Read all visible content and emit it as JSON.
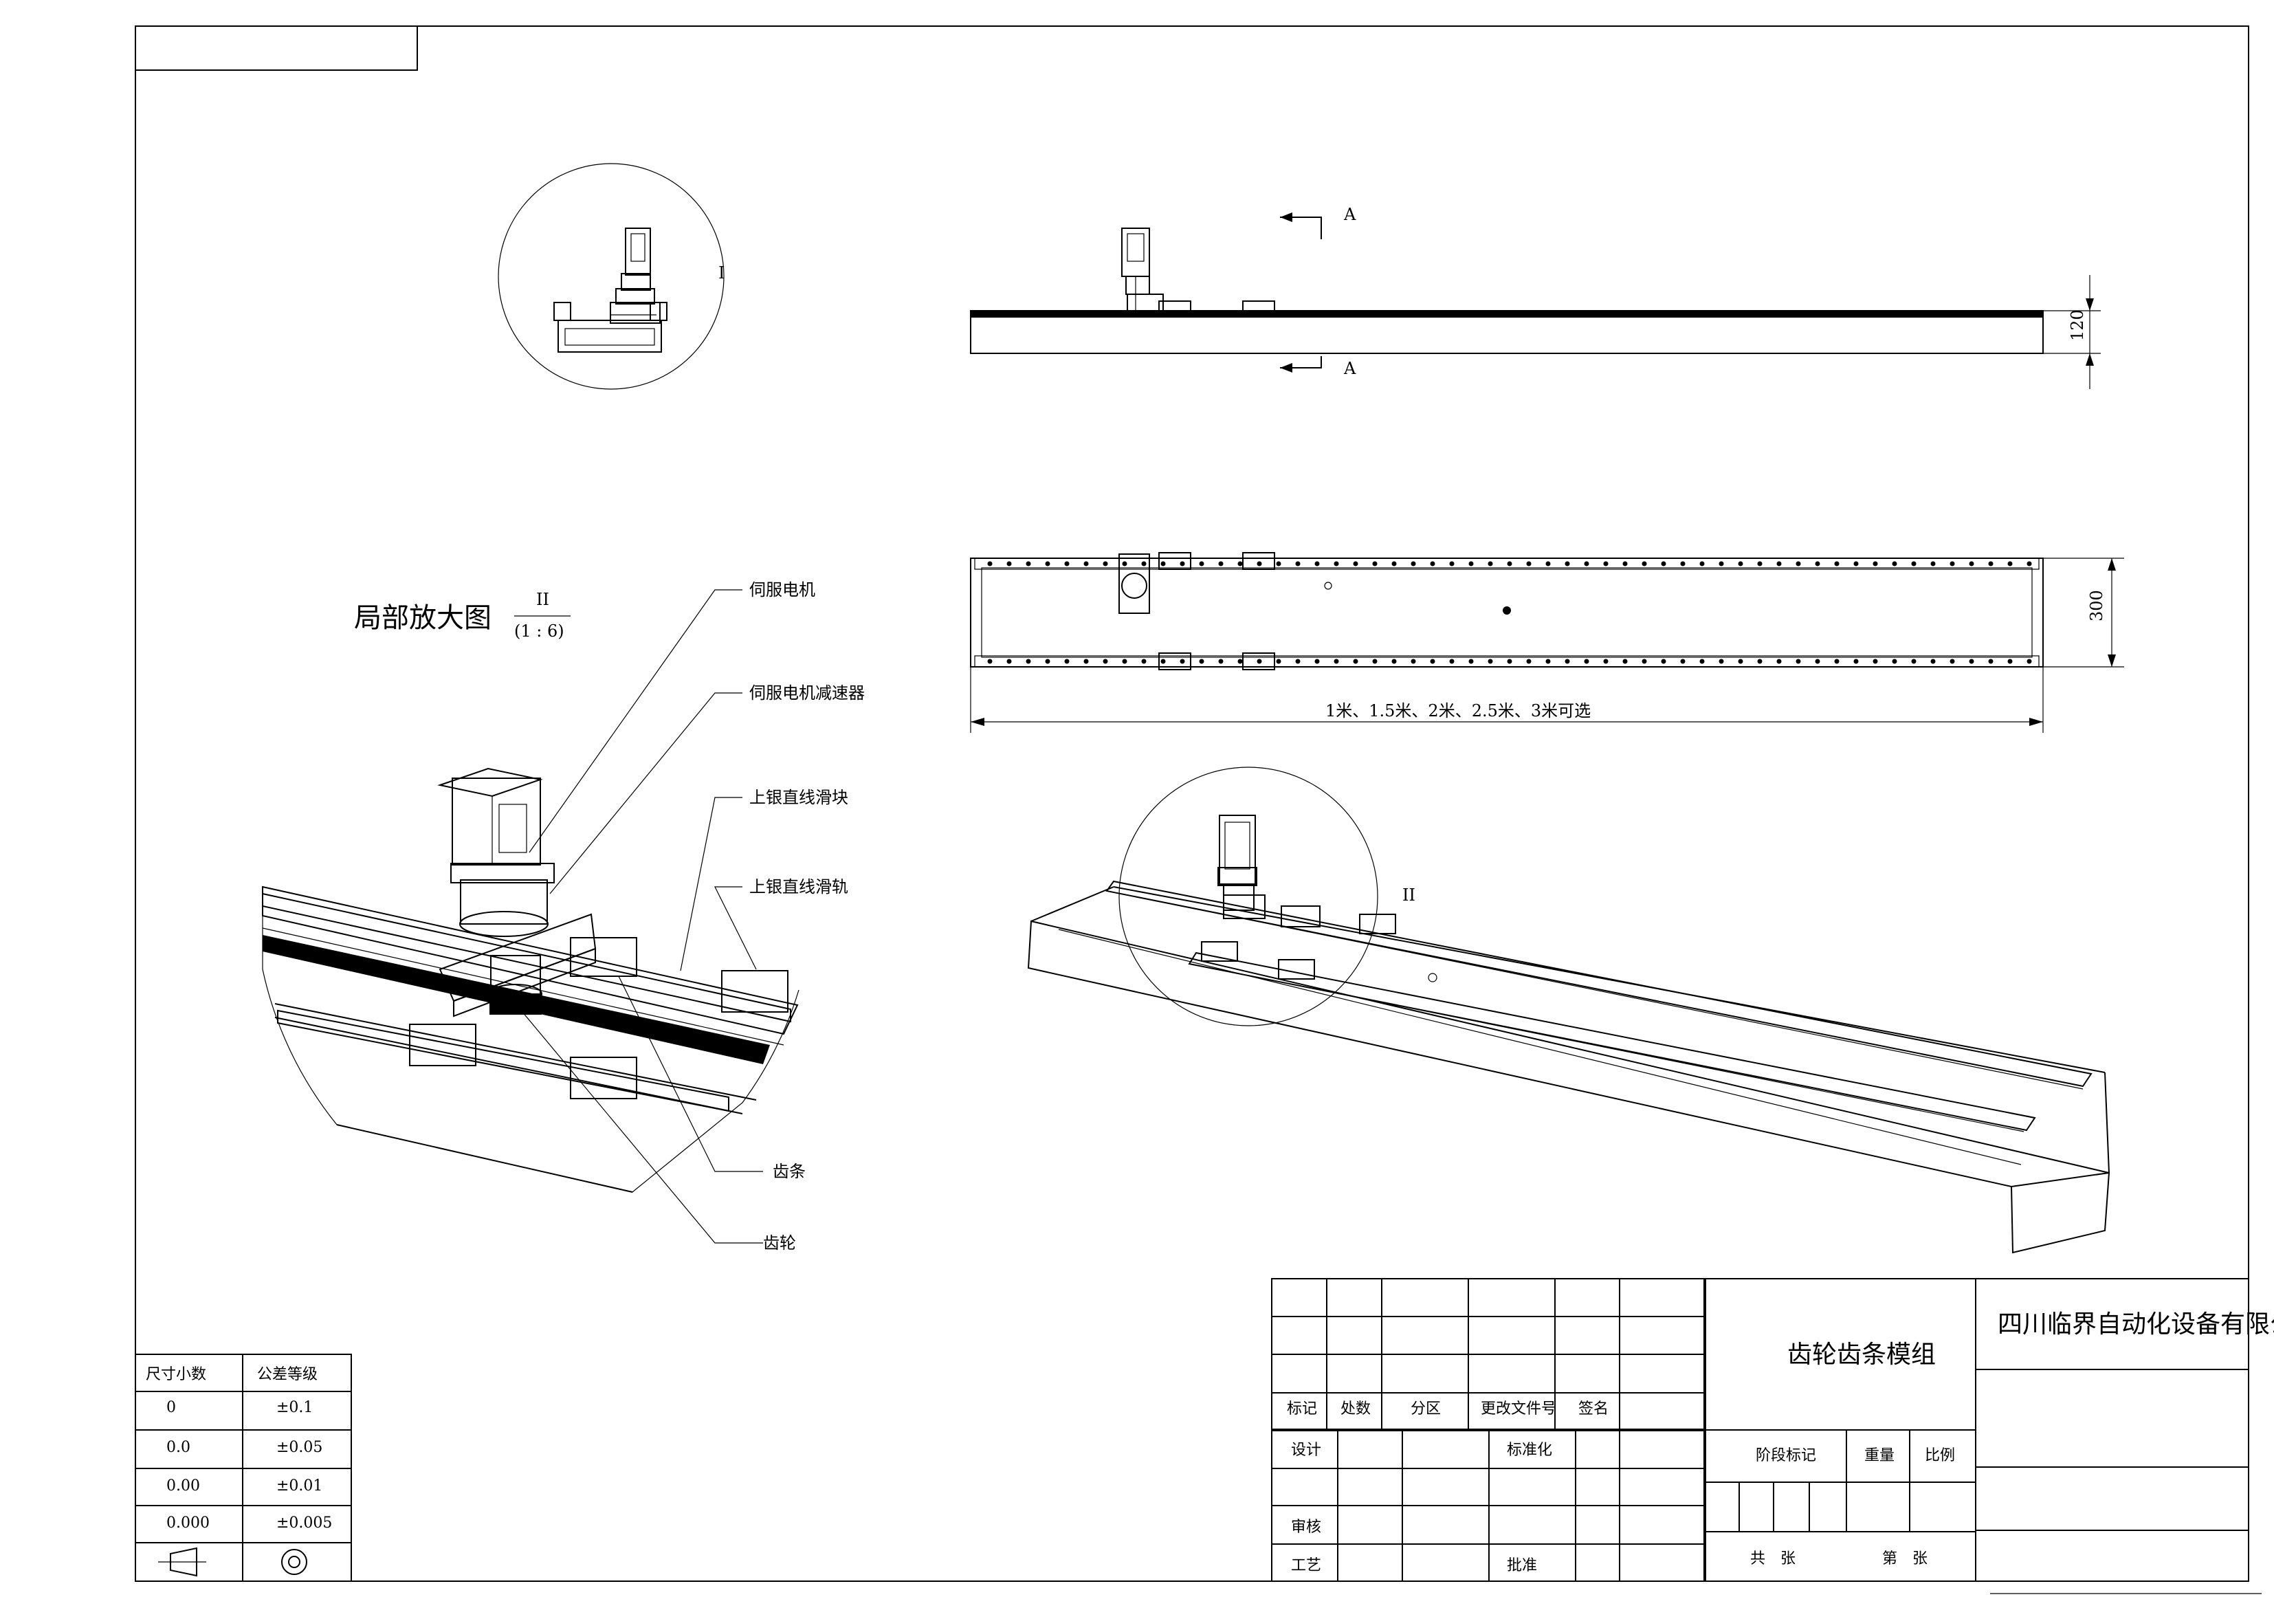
{
  "detail_view": {
    "title": "局部放大图",
    "label": "II",
    "scale": "(1 : 6)"
  },
  "callouts": {
    "servo_motor": "伺服电机",
    "reducer": "伺服电机减速器",
    "slider": "上银直线滑块",
    "rail": "上银直线滑轨",
    "rack": "齿条",
    "gear": "齿轮"
  },
  "front_view": {
    "section_mark_top": "A",
    "section_mark_bottom": "A",
    "height_dim": "120",
    "detail_mark": "I"
  },
  "top_view": {
    "width_dim": "300",
    "length_dim": "1米、1.5米、2米、2.5米、3米可选"
  },
  "iso_view": {
    "detail_mark": "II"
  },
  "tolerance_table": {
    "headers": [
      "尺寸小数",
      "公差等级"
    ],
    "rows": [
      [
        "0",
        "±0.1"
      ],
      [
        "0.0",
        "±0.05"
      ],
      [
        "0.00",
        "±0.01"
      ],
      [
        "0.000",
        "±0.005"
      ]
    ]
  },
  "title_block": {
    "rev_headers": [
      "标记",
      "处数",
      "分区",
      "更改文件号",
      "签名"
    ],
    "design": "设计",
    "standardization": "标准化",
    "review": "审核",
    "process": "工艺",
    "approve": "批准",
    "drawing_name": "齿轮齿条模组",
    "stage_mark": "阶段标记",
    "weight": "重量",
    "ratio": "比例",
    "total_sheets": "共　张",
    "sheet_no": "第　张",
    "company": "四川临界自动化设备有限公司"
  }
}
